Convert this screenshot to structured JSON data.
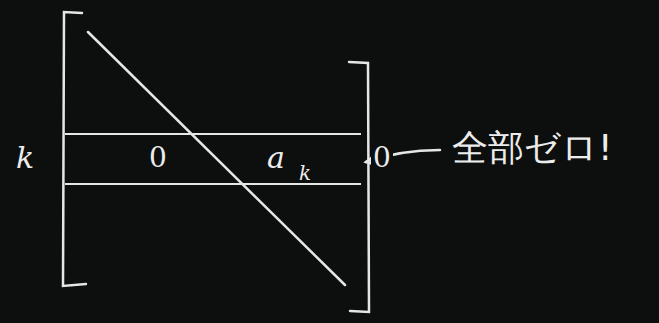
{
  "diagram": {
    "nodes": [
      {
        "text": [
          "0",
          "a",
          "k",
          "0"
        ]
      }
    ],
    "labels": [
      "k",
      "全部ゼロ!"
    ]
  }
}
